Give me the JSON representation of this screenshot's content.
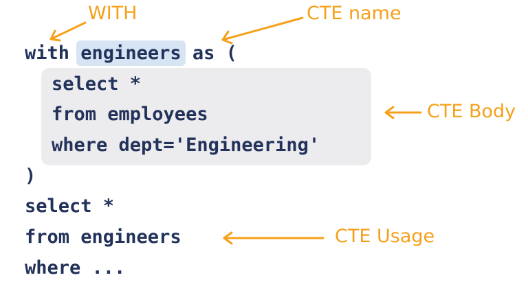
{
  "code": {
    "line1_keyword": "with",
    "line1_name": "engineers",
    "line1_rest": "as (",
    "body_line1": "select *",
    "body_line2": "from employees",
    "body_line3": "where dept='Engineering'",
    "close_paren": ")",
    "usage_line1": "select *",
    "usage_line2": "from engineers",
    "usage_line3": "where ..."
  },
  "annotations": {
    "with_label": "WITH",
    "cte_name_label": "CTE name",
    "cte_body_label": "CTE Body",
    "cte_usage_label": "CTE Usage"
  },
  "colors": {
    "annotation": "#f5a01a",
    "code_text": "#22325a",
    "name_highlight": "#d7e4f3",
    "body_background": "#ececee"
  }
}
